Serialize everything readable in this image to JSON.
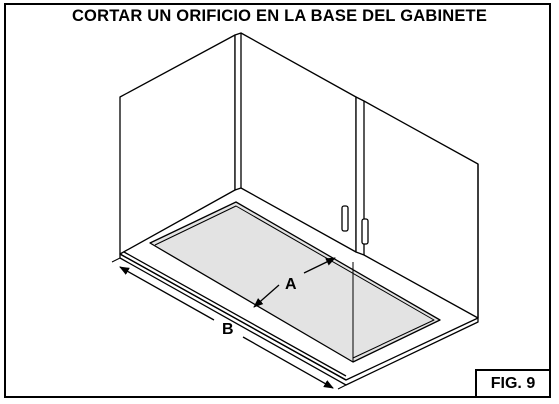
{
  "title": "CORTAR UN ORIFICIO EN LA BASE DEL GABINETE",
  "figure_label": "FIG. 9",
  "dimensions": {
    "a_label": "A",
    "b_label": "B"
  },
  "colors": {
    "line": "#000000",
    "cutout_fill": "#e3e3e3"
  }
}
